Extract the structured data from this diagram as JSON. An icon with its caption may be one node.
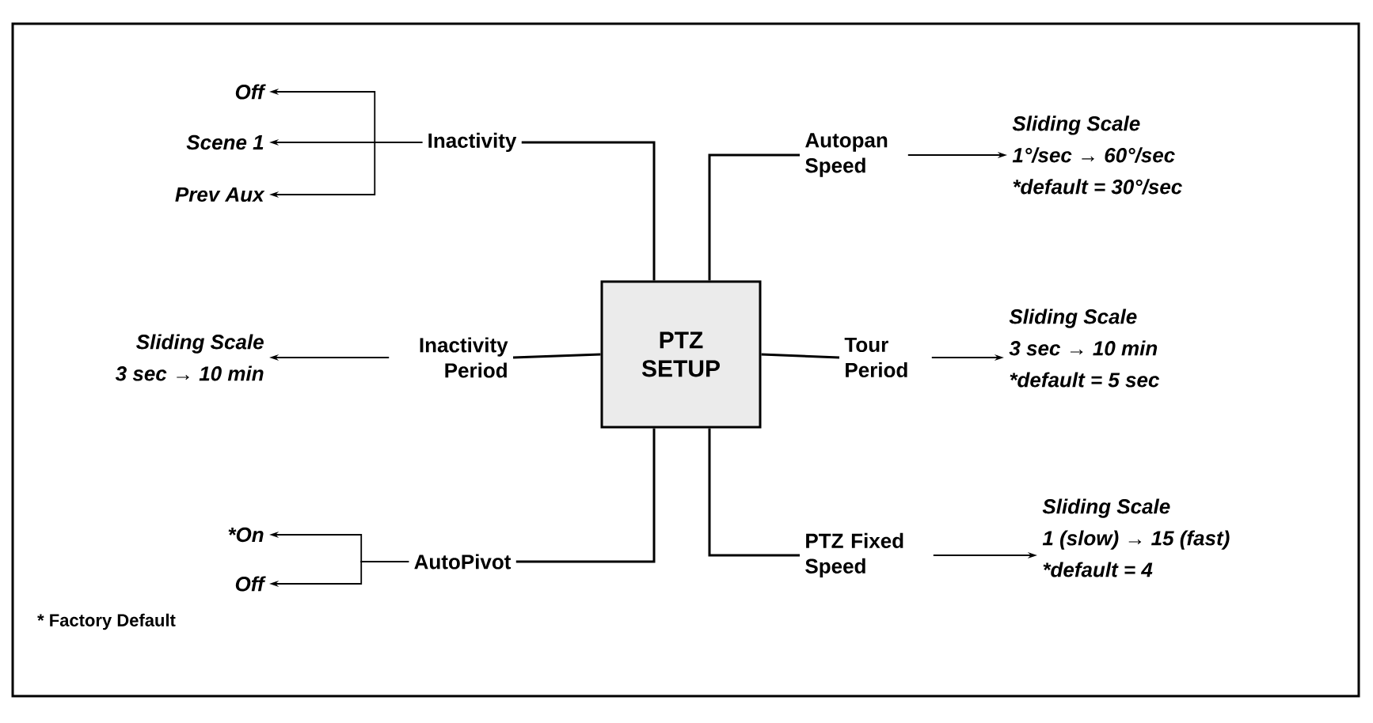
{
  "diagram": {
    "nodes": [
      {
        "text": [
          "PTZ SETUP"
        ]
      },
      {
        "text": [
          "Inactivity"
        ]
      },
      {
        "text": [
          "Off"
        ]
      },
      {
        "text": [
          "Scene 1"
        ]
      },
      {
        "text": [
          "Prev Aux"
        ]
      },
      {
        "text": [
          "Inactivity Period"
        ]
      },
      {
        "text": [
          "Sliding Scale",
          "3 sec → 10 min"
        ]
      },
      {
        "text": [
          "AutoPivot"
        ]
      },
      {
        "text": [
          "*On"
        ]
      },
      {
        "text": [
          "Off"
        ]
      },
      {
        "text": [
          "Autopan Speed"
        ]
      },
      {
        "text": [
          "Sliding Scale",
          "1°/sec → 60°/sec",
          "*default = 30°/sec"
        ]
      },
      {
        "text": [
          "Tour Period"
        ]
      },
      {
        "text": [
          "Sliding Scale",
          "3 sec → 10 min",
          "*default = 5 sec"
        ]
      },
      {
        "text": [
          "PTZ Fixed Speed"
        ]
      },
      {
        "text": [
          "Sliding Scale",
          "1 (slow) → 15 (fast)",
          "*default = 4"
        ]
      }
    ],
    "edges": [
      {
        "from": 0,
        "to": 1,
        "arrow": "none"
      },
      {
        "from": 1,
        "to": 2,
        "arrow": "to"
      },
      {
        "from": 1,
        "to": 3,
        "arrow": "to"
      },
      {
        "from": 1,
        "to": 4,
        "arrow": "to"
      },
      {
        "from": 0,
        "to": 5,
        "arrow": "none"
      },
      {
        "from": 5,
        "to": 6,
        "arrow": "to"
      },
      {
        "from": 0,
        "to": 7,
        "arrow": "none"
      },
      {
        "from": 7,
        "to": 8,
        "arrow": "to"
      },
      {
        "from": 7,
        "to": 9,
        "arrow": "to"
      },
      {
        "from": 0,
        "to": 10,
        "arrow": "none"
      },
      {
        "from": 10,
        "to": 11,
        "arrow": "to"
      },
      {
        "from": 0,
        "to": 12,
        "arrow": "none"
      },
      {
        "from": 12,
        "to": 13,
        "arrow": "to"
      },
      {
        "from": 0,
        "to": 14,
        "arrow": "none"
      },
      {
        "from": 14,
        "to": 15,
        "arrow": "to"
      }
    ],
    "labels": [
      "* Factory Default"
    ]
  }
}
